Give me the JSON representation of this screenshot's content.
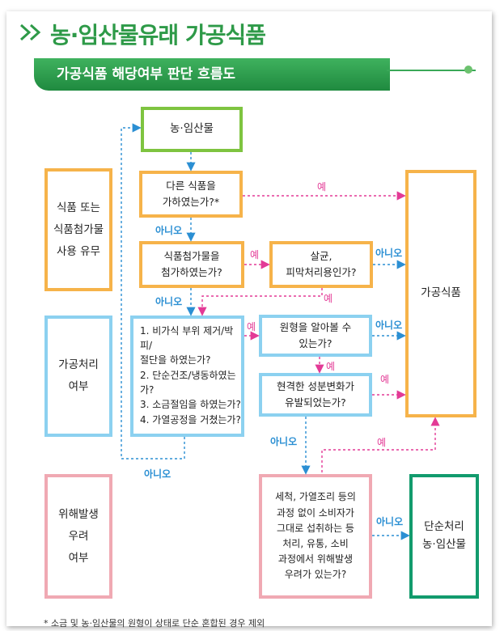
{
  "header": {
    "title": "농·임산물유래 가공식품",
    "banner": "가공식품 해당여부 판단 흐름도"
  },
  "side": {
    "usage": "식품 또는\n식품첨가물\n사용 유무",
    "processing": "가공처리\n여부",
    "hazard": "위해발생\n우려\n여부"
  },
  "nodes": {
    "start": "농·임산물",
    "q_other_food": "다른 식품을\n가하였는가?*",
    "q_additive": "식품첨가물을\n첨가하였는가?",
    "q_sterilize": "살균,\n피막처리용인가?",
    "processed_food": "가공식품",
    "q_list": [
      "1. 비가식 부위 제거/박피/\n절단을 하였는가?",
      "2. 단순건조/냉동하였는가?",
      "3. 소금절임을 하였는가?",
      "4. 가열공정을 거쳤는가?"
    ],
    "q_shape": "원형을 알아볼 수\n있는가?",
    "q_change": "현격한 성분변화가\n유발되었는가?",
    "q_hazard": "세척, 가열조리 등의\n과정 없이 소비자가\n그대로 섭취하는 등\n처리, 유통, 소비\n과정에서 위해발생\n우려가 있는가?",
    "simple_product": "단순처리\n농·임산물"
  },
  "labels": {
    "yes": "예",
    "no": "아니오"
  },
  "footnote": "* 소금 및 농·임산물의 원형이 상태로 단순 혼합된 경우 제외"
}
